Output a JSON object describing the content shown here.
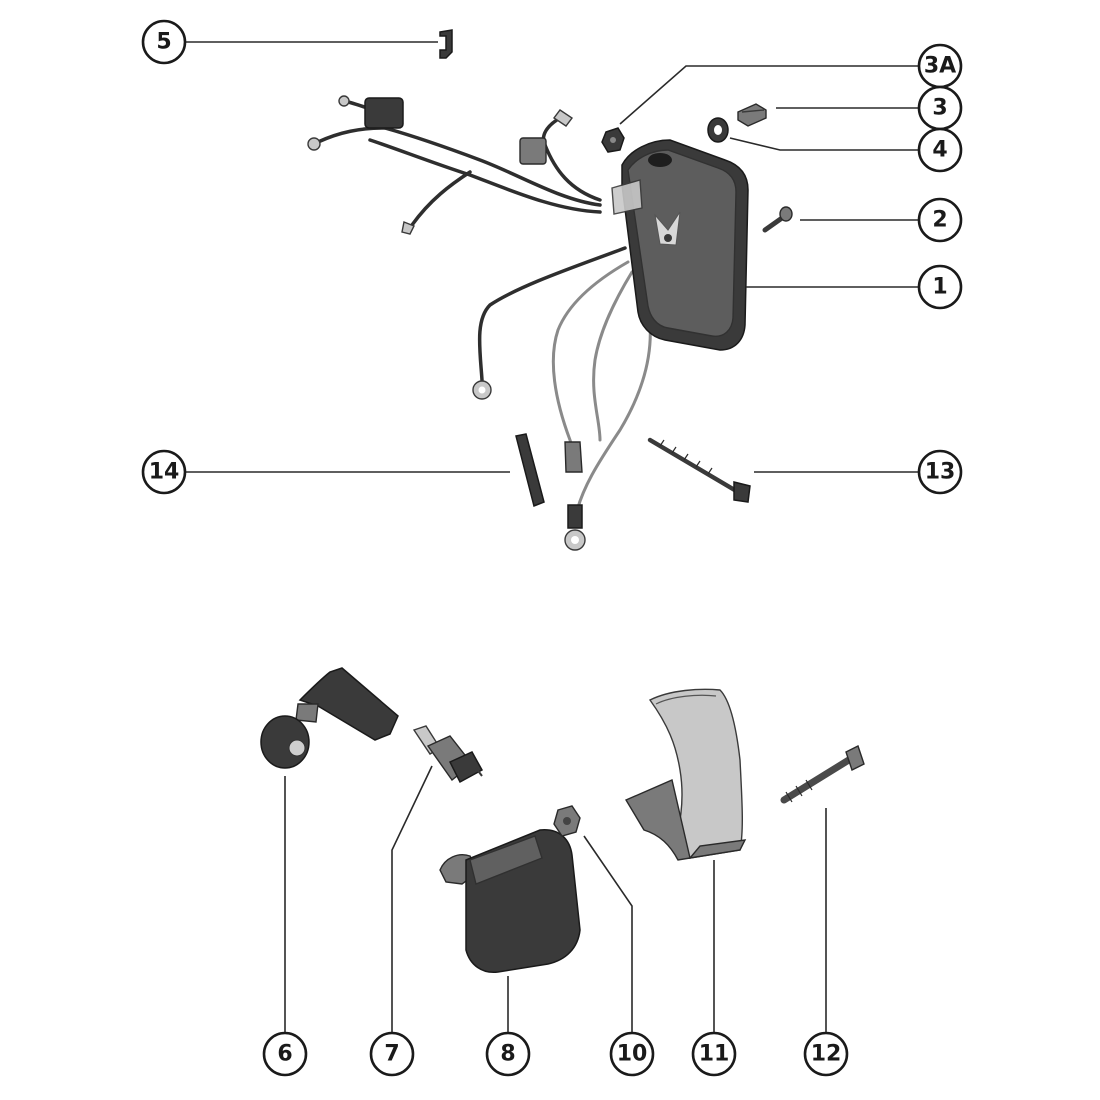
{
  "callouts": {
    "c5": "5",
    "c3a": "3A",
    "c3": "3",
    "c4": "4",
    "c2": "2",
    "c1": "1",
    "c14": "14",
    "c13": "13",
    "c6": "6",
    "c7": "7",
    "c8": "8",
    "c10": "10",
    "c11": "11",
    "c12": "12"
  }
}
